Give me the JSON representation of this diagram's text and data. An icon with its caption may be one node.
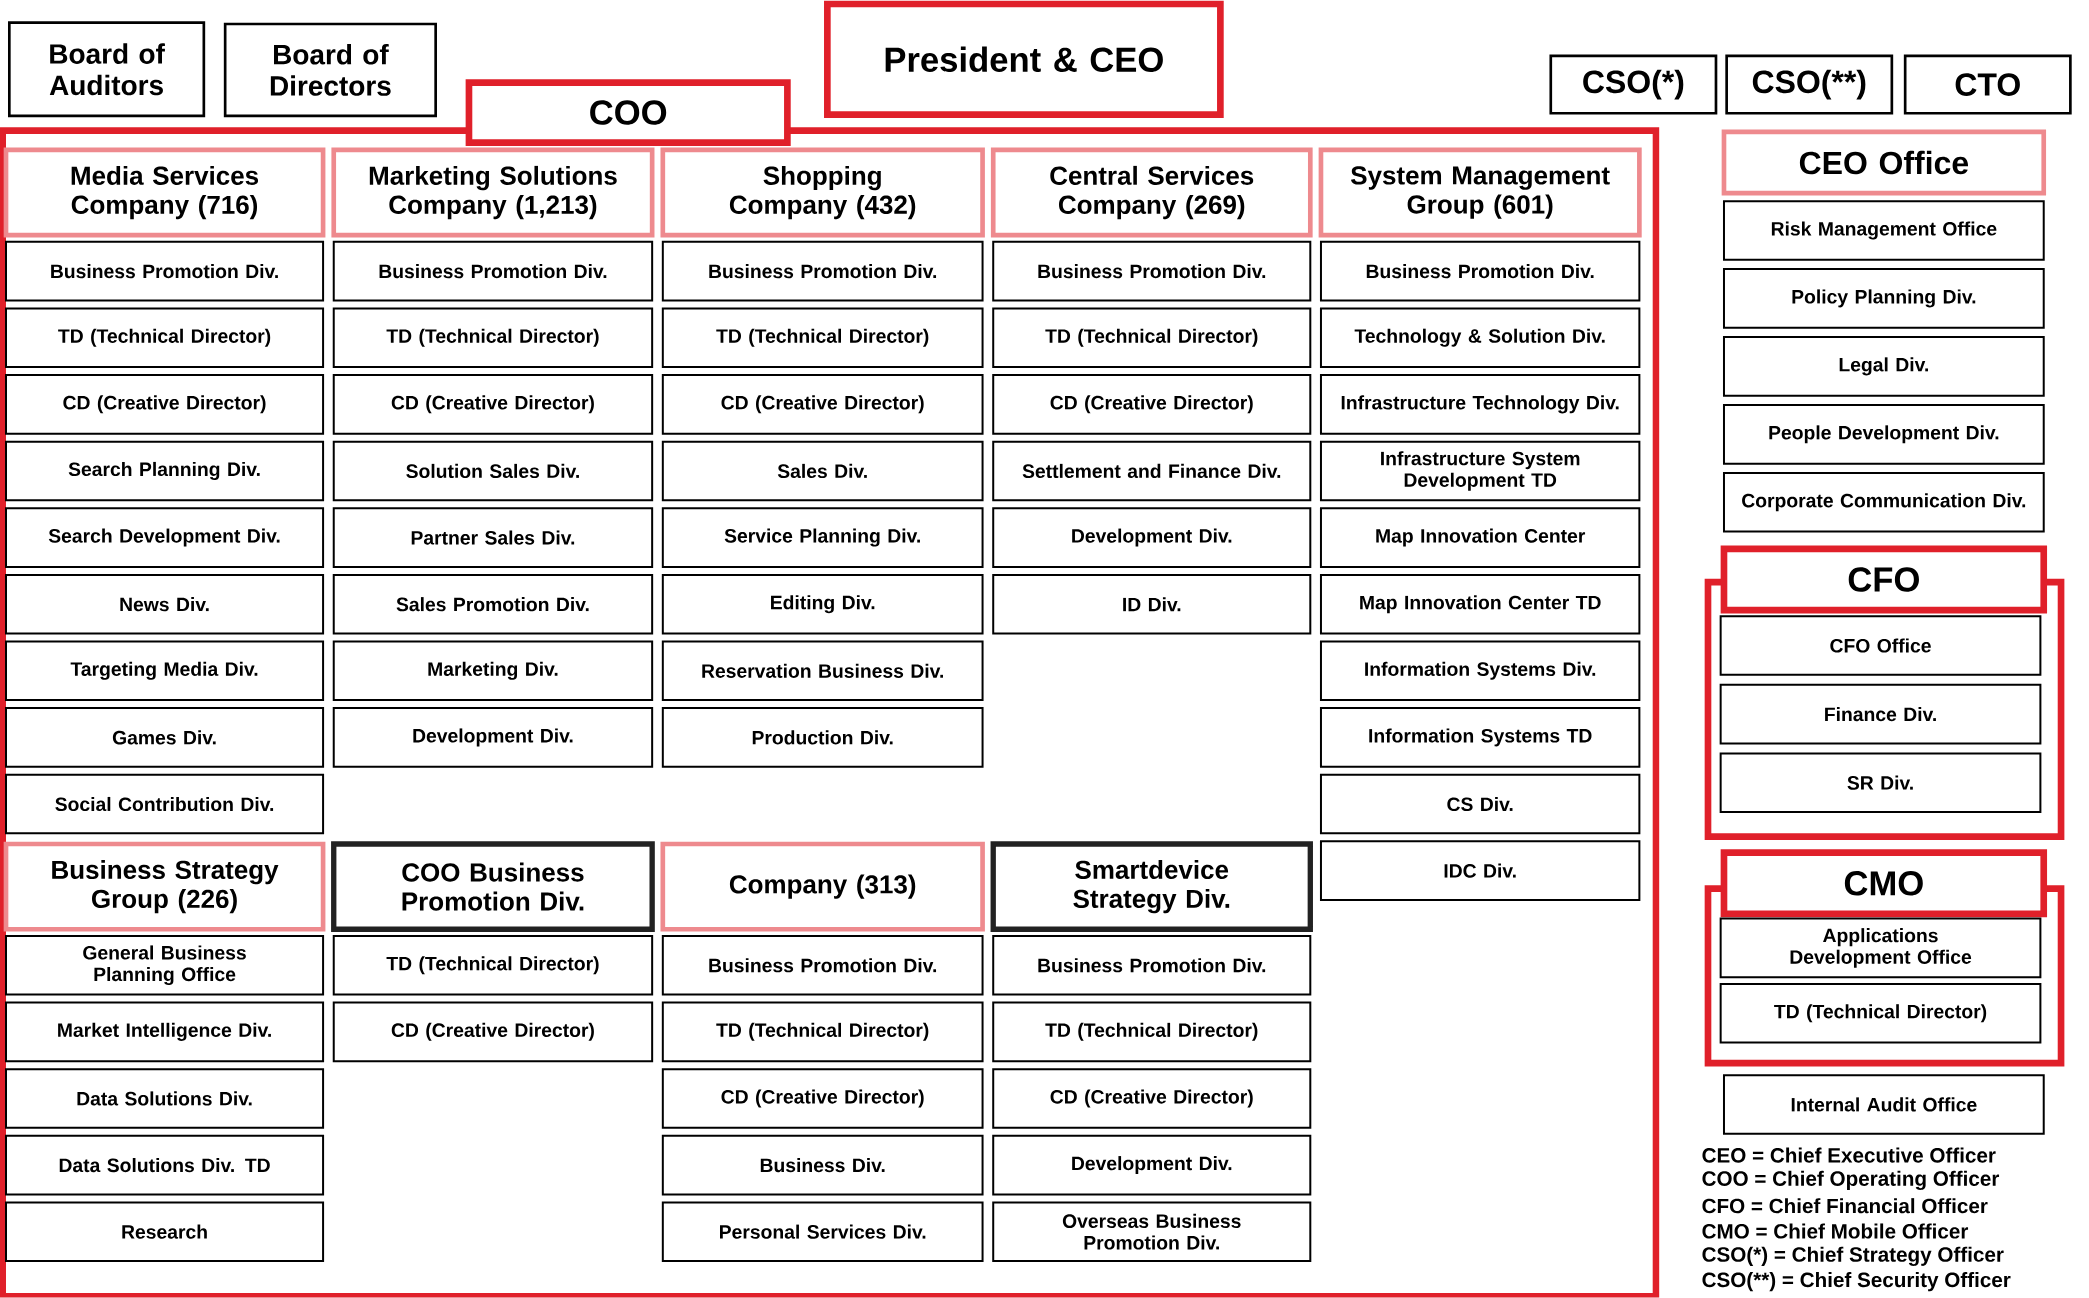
{
  "diagram": {
    "nodes": [
      {
        "text": [
          "Board of Auditors"
        ]
      },
      {
        "text": [
          "Board of Directors"
        ]
      },
      {
        "text": [
          "President & CEO"
        ]
      },
      {
        "text": [
          "COO"
        ]
      },
      {
        "text": [
          "CSO(*)"
        ]
      },
      {
        "text": [
          "CSO(**)"
        ]
      },
      {
        "text": [
          "CTO"
        ]
      },
      {
        "text": [
          "Media Services Company (716)"
        ],
        "in": 3
      },
      {
        "text": [
          "Business Promotion Div."
        ],
        "in": 3
      },
      {
        "text": [
          "TD (Technical Director)"
        ],
        "in": 3
      },
      {
        "text": [
          "CD (Creative Director)"
        ],
        "in": 3
      },
      {
        "text": [
          "Search Planning Div."
        ],
        "in": 3
      },
      {
        "text": [
          "Search Development Div."
        ],
        "in": 3
      },
      {
        "text": [
          "News Div."
        ],
        "in": 3
      },
      {
        "text": [
          "Targeting Media Div."
        ],
        "in": 3
      },
      {
        "text": [
          "Games Div."
        ],
        "in": 3
      },
      {
        "text": [
          "Social Contribution Div."
        ],
        "in": 3
      },
      {
        "text": [
          "Marketing Solutions Company (1,213)"
        ],
        "in": 3
      },
      {
        "text": [
          "Business Promotion Div."
        ],
        "in": 3
      },
      {
        "text": [
          "TD (Technical Director)"
        ],
        "in": 3
      },
      {
        "text": [
          "CD (Creative Director)"
        ],
        "in": 3
      },
      {
        "text": [
          "Solution Sales Div."
        ],
        "in": 3
      },
      {
        "text": [
          "Partner Sales Div."
        ],
        "in": 3
      },
      {
        "text": [
          "Sales Promotion Div."
        ],
        "in": 3
      },
      {
        "text": [
          "Marketing Div."
        ],
        "in": 3
      },
      {
        "text": [
          "Development Div."
        ],
        "in": 3
      },
      {
        "text": [
          "Shopping Company (432)"
        ],
        "in": 3
      },
      {
        "text": [
          "Business Promotion Div."
        ],
        "in": 3
      },
      {
        "text": [
          "TD (Technical Director)"
        ],
        "in": 3
      },
      {
        "text": [
          "CD (Creative Director)"
        ],
        "in": 3
      },
      {
        "text": [
          "Sales Div."
        ],
        "in": 3
      },
      {
        "text": [
          "Service Planning Div."
        ],
        "in": 3
      },
      {
        "text": [
          "Editing Div."
        ],
        "in": 3
      },
      {
        "text": [
          "Reservation Business Div."
        ],
        "in": 3
      },
      {
        "text": [
          "Production Div."
        ],
        "in": 3
      },
      {
        "text": [
          "Central Services Company (269)"
        ],
        "in": 3
      },
      {
        "text": [
          "Business Promotion Div."
        ],
        "in": 3
      },
      {
        "text": [
          "TD (Technical Director)"
        ],
        "in": 3
      },
      {
        "text": [
          "CD (Creative Director)"
        ],
        "in": 3
      },
      {
        "text": [
          "Settlement and Finance Div."
        ],
        "in": 3
      },
      {
        "text": [
          "Development Div."
        ],
        "in": 3
      },
      {
        "text": [
          "ID Div."
        ],
        "in": 3
      },
      {
        "text": [
          "System Management Group (601)"
        ],
        "in": 3
      },
      {
        "text": [
          "Business Promotion Div."
        ],
        "in": 3
      },
      {
        "text": [
          "Technology & Solution Div."
        ],
        "in": 3
      },
      {
        "text": [
          "Infrastructure Technology Div."
        ],
        "in": 3
      },
      {
        "text": [
          "Infrastructure System Development TD"
        ],
        "in": 3
      },
      {
        "text": [
          "Map Innovation Center"
        ],
        "in": 3
      },
      {
        "text": [
          "Map Innovation Center TD"
        ],
        "in": 3
      },
      {
        "text": [
          "Information Systems Div."
        ],
        "in": 3
      },
      {
        "text": [
          "Information Systems TD"
        ],
        "in": 3
      },
      {
        "text": [
          "CS Div."
        ],
        "in": 3
      },
      {
        "text": [
          "IDC Div."
        ],
        "in": 3
      },
      {
        "text": [
          "Business Strategy Group (226)"
        ],
        "in": 3
      },
      {
        "text": [
          "General Business Planning Office"
        ],
        "in": 3
      },
      {
        "text": [
          "Market Intelligence Div."
        ],
        "in": 3
      },
      {
        "text": [
          "Data Solutions Div."
        ],
        "in": 3
      },
      {
        "text": [
          "Data Solutions Div. TD"
        ],
        "in": 3
      },
      {
        "text": [
          "Research"
        ],
        "in": 3
      },
      {
        "text": [
          "COO Business Promotion Div."
        ],
        "in": 3
      },
      {
        "text": [
          "TD (Technical Director)"
        ],
        "in": 3
      },
      {
        "text": [
          "CD (Creative Director)"
        ],
        "in": 3
      },
      {
        "text": [
          "Company (313)"
        ],
        "in": 3
      },
      {
        "text": [
          "Business Promotion Div."
        ],
        "in": 3
      },
      {
        "text": [
          "TD (Technical Director)"
        ],
        "in": 3
      },
      {
        "text": [
          "CD (Creative Director)"
        ],
        "in": 3
      },
      {
        "text": [
          "Business Div."
        ],
        "in": 3
      },
      {
        "text": [
          "Personal Services Div."
        ],
        "in": 3
      },
      {
        "text": [
          "Smartdevice Strategy Div."
        ],
        "in": 3
      },
      {
        "text": [
          "Business Promotion Div."
        ],
        "in": 3
      },
      {
        "text": [
          "TD (Technical Director)"
        ],
        "in": 3
      },
      {
        "text": [
          "CD (Creative Director)"
        ],
        "in": 3
      },
      {
        "text": [
          "Development Div."
        ],
        "in": 3
      },
      {
        "text": [
          "Overseas Business Promotion Div."
        ],
        "in": 3
      },
      {
        "text": [
          "CEO Office"
        ]
      },
      {
        "text": [
          "Risk Management Office"
        ]
      },
      {
        "text": [
          "Policy Planning Div."
        ]
      },
      {
        "text": [
          "Legal Div."
        ]
      },
      {
        "text": [
          "People Development Div."
        ]
      },
      {
        "text": [
          "Corporate Communication Div."
        ]
      },
      {
        "text": [
          "CFO"
        ]
      },
      {
        "text": [
          "CFO Office"
        ],
        "in": 80
      },
      {
        "text": [
          "Finance Div."
        ],
        "in": 80
      },
      {
        "text": [
          "SR Div."
        ],
        "in": 80
      },
      {
        "text": [
          "CMO"
        ]
      },
      {
        "text": [
          "Applications Development Office"
        ],
        "in": 84
      },
      {
        "text": [
          "TD (Technical Director)"
        ],
        "in": 84
      },
      {
        "text": [
          "Internal Audit Office"
        ]
      }
    ],
    "labels": [
      "CEO = Chief Executive Officer",
      "COO = Chief Operating Officer",
      "CFO = Chief Financial Officer",
      "CMO = Chief Mobile Officer",
      "CSO(*) = Chief Strategy Officer",
      "CSO(**) = Chief Security Officer"
    ]
  }
}
